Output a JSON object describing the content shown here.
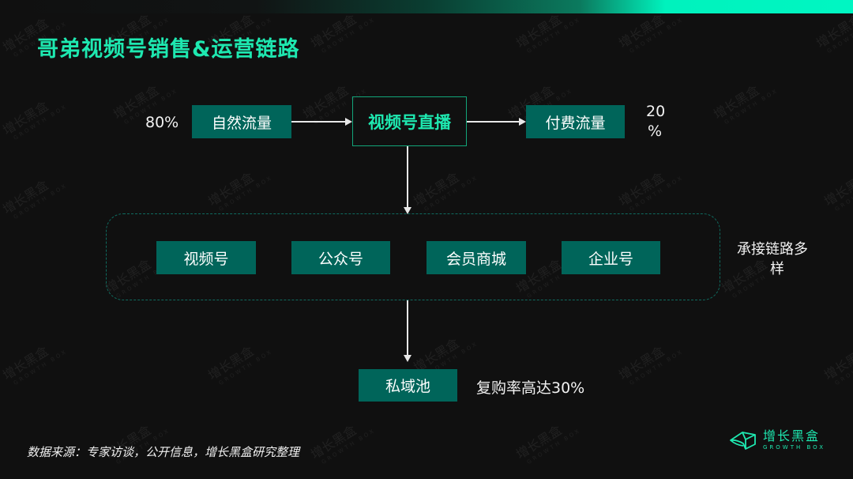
{
  "title": "哥弟视频号销售&运营链路",
  "flow": {
    "natural": {
      "label": "自然流量",
      "percent": "80%"
    },
    "live": {
      "label": "视频号直播"
    },
    "paid": {
      "label": "付费流量",
      "percent_line1": "20",
      "percent_line2": "%"
    }
  },
  "channels": {
    "items": [
      {
        "label": "视频号"
      },
      {
        "label": "公众号"
      },
      {
        "label": "会员商城"
      },
      {
        "label": "企业号"
      }
    ],
    "note_line1": "承接链路多",
    "note_line2": "样"
  },
  "private_pool": {
    "label": "私域池",
    "note": "复购率高达30%"
  },
  "source": "数据来源：专家访谈，公开信息，增长黑盒研究整理",
  "logo": {
    "cn": "增长黑盒",
    "en": "GROWTH BOX"
  },
  "watermark": {
    "cn": "增长黑盒",
    "en": "GROWTH BOX"
  },
  "colors": {
    "accent": "#1ee8b0",
    "box_fill": "#00655a",
    "background": "#101010",
    "dashed_border": "#0f6b5f"
  }
}
